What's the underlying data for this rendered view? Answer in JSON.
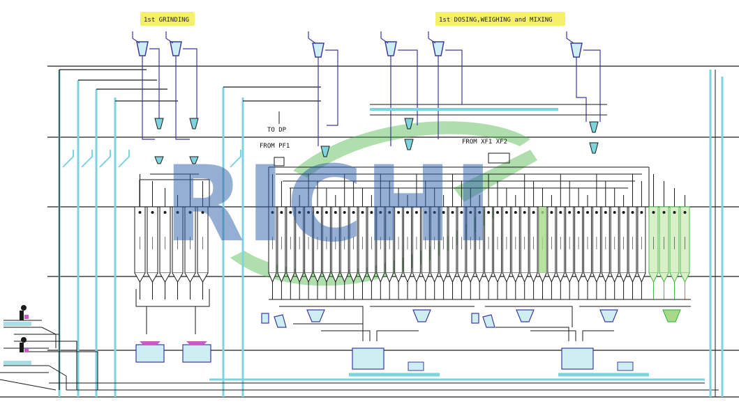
{
  "labels": {
    "grinding": "1st GRINDING",
    "dosing": "1st DOSING,WEIGHING and MIXING",
    "to_dp": "TO DP",
    "from_pf1": "FROM PF1",
    "from_xf": "FROM XF1 XF2",
    "watermark": "RICHI"
  },
  "colors": {
    "structure": "#1a1a1a",
    "conveyor": "#7fd3dc",
    "piping": "#3a3aa0",
    "highlight": "#f4f06a",
    "accent_bin": "#a7d98a",
    "logo_swoosh": "#4cb848",
    "logo_text": "#2e5fa8"
  },
  "bin_groups": {
    "grinding_bins": 6,
    "dosing_bins": 42,
    "extra_bins": 4
  }
}
